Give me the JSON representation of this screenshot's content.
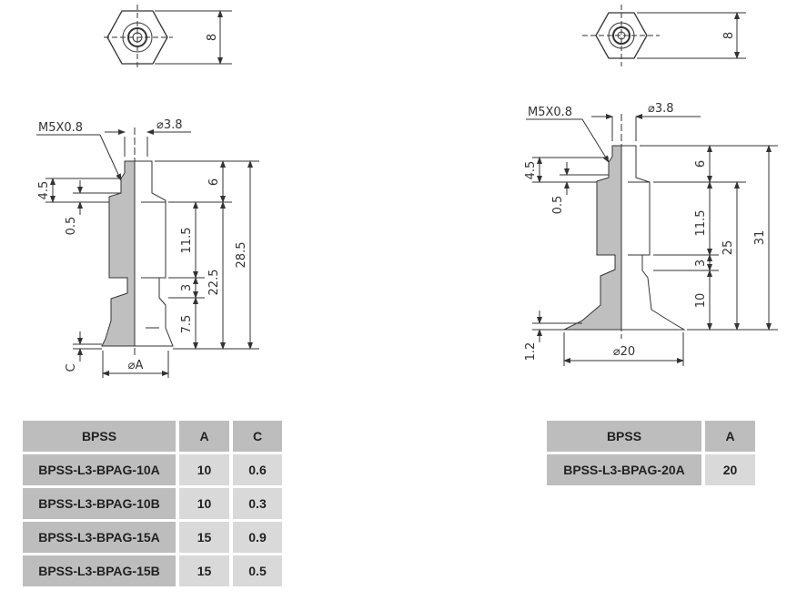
{
  "left_drawing": {
    "top_view_dim": "8",
    "thread_label": "M5X0.8",
    "bore_dim": "⌀3.8",
    "dims": {
      "d6": "6",
      "d28_5": "28.5",
      "d22_5": "22.5",
      "d11_5": "11.5",
      "d3": "3",
      "d7_5": "7.5",
      "d4_5": "4.5",
      "d0_5": "0.5",
      "c": "C",
      "diameter": "⌀A"
    }
  },
  "right_drawing": {
    "top_view_dim": "8",
    "thread_label": "M5X0.8",
    "bore_dim": "⌀3.8",
    "dims": {
      "d6": "6",
      "d31": "31",
      "d25": "25",
      "d11_5": "11.5",
      "d3": "3",
      "d10": "10",
      "d4_5": "4.5",
      "d0_5": "0.5",
      "d1_2": "1.2",
      "diameter": "⌀20"
    }
  },
  "table_left": {
    "headers": [
      "BPSS",
      "A",
      "C"
    ],
    "rows": [
      [
        "BPSS-L3-BPAG-10A",
        "10",
        "0.6"
      ],
      [
        "BPSS-L3-BPAG-10B",
        "10",
        "0.3"
      ],
      [
        "BPSS-L3-BPAG-15A",
        "15",
        "0.9"
      ],
      [
        "BPSS-L3-BPAG-15B",
        "15",
        "0.5"
      ]
    ]
  },
  "table_right": {
    "headers": [
      "BPSS",
      "A"
    ],
    "rows": [
      [
        "BPSS-L3-BPAG-20A",
        "20"
      ]
    ]
  },
  "colors": {
    "header": "#bdbdbd",
    "cell": "#d9d9d9",
    "part_fill": "#bfbfbf"
  }
}
